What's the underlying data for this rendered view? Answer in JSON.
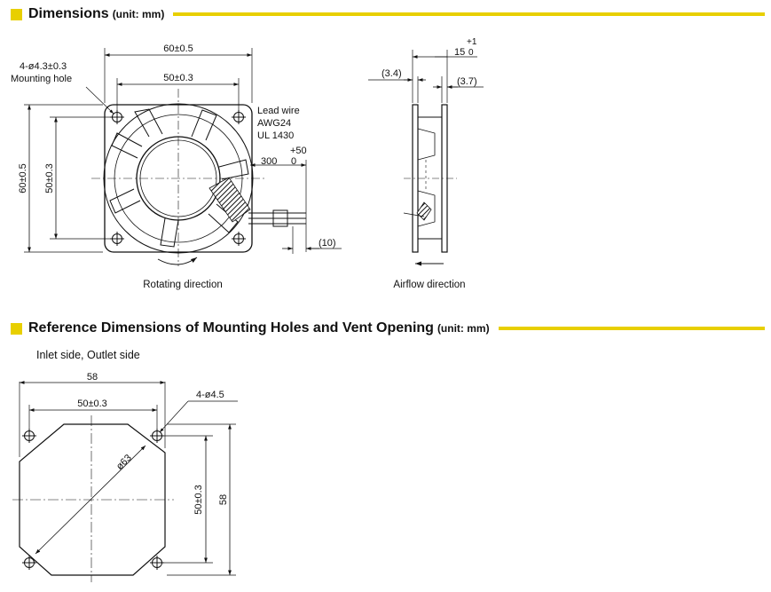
{
  "sections": {
    "dimensions": {
      "title": "Dimensions",
      "unit": "(unit: mm)"
    },
    "reference": {
      "title": "Reference Dimensions of Mounting Holes and Vent Opening",
      "unit": "(unit: mm)"
    }
  },
  "front_view": {
    "width_overall": "60±0.5",
    "width_holes": "50±0.3",
    "height_overall": "60±0.5",
    "height_holes": "50±0.3",
    "hole_spec": "4-ø4.3±0.3",
    "hole_label": "Mounting hole",
    "lead_wire_1": "Lead wire",
    "lead_wire_2": "AWG24",
    "lead_wire_3": "UL 1430",
    "lead_tol_upper": "+50",
    "lead_length": "300",
    "lead_tol_lower": "0",
    "wire_end": "(10)",
    "rotating_label": "Rotating direction"
  },
  "side_view": {
    "thickness_tol_upper": "+1",
    "thickness": "15",
    "thickness_tol_lower": "0",
    "flange_left": "(3.4)",
    "flange_right": "(3.7)",
    "airflow_label": "Airflow direction"
  },
  "mounting_ref": {
    "side_label": "Inlet side, Outlet side",
    "width_overall": "58",
    "width_holes": "50±0.3",
    "hole_spec": "4-ø4.5",
    "vent_diameter": "ø63",
    "height_holes": "50±0.3",
    "height_overall": "58"
  },
  "colors": {
    "accent": "#e8cf00",
    "line": "#111111"
  }
}
